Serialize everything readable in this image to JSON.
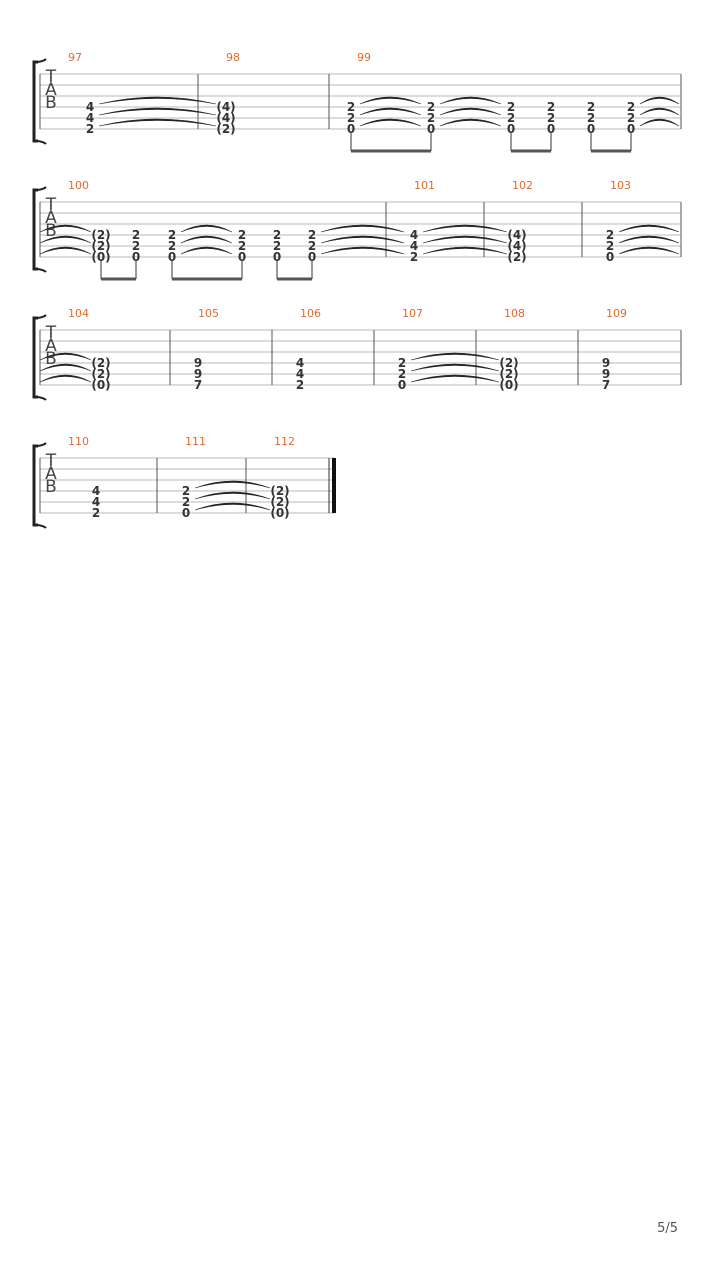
{
  "tab_clef": [
    "T",
    "A",
    "B"
  ],
  "page_number": "5/5",
  "systems": [
    {
      "measures": [
        {
          "number": "97",
          "notes": [
            {
              "frets": [
                "4",
                "4",
                "2"
              ],
              "tie": true
            }
          ]
        },
        {
          "number": "98",
          "notes": [
            {
              "frets": [
                "(4)",
                "(4)",
                "(2)"
              ]
            }
          ]
        },
        {
          "number": "99",
          "notes": [
            {
              "frets": [
                "2",
                "2",
                "0"
              ],
              "tie": true
            },
            {
              "frets": [
                "2",
                "2",
                "0"
              ],
              "tie": true
            },
            {
              "frets": [
                "2",
                "2",
                "0"
              ]
            },
            {
              "frets": [
                "2",
                "2",
                "0"
              ]
            },
            {
              "frets": [
                "2",
                "2",
                "0"
              ]
            },
            {
              "frets": [
                "2",
                "2",
                "0"
              ],
              "tie": true
            }
          ],
          "beams": [
            [
              0,
              1
            ],
            [
              2,
              3
            ],
            [
              4,
              5
            ],
            [
              6,
              7
            ]
          ]
        }
      ]
    },
    {
      "measures": [
        {
          "number": "100",
          "notes": [
            {
              "frets": [
                "(2)",
                "(2)",
                "(0)"
              ]
            },
            {
              "frets": [
                "2",
                "2",
                "0"
              ]
            },
            {
              "frets": [
                "2",
                "2",
                "0"
              ],
              "tie": true
            },
            {
              "frets": [
                "2",
                "2",
                "0"
              ]
            },
            {
              "frets": [
                "2",
                "2",
                "0"
              ]
            },
            {
              "frets": [
                "2",
                "2",
                "0"
              ],
              "tie": true
            }
          ],
          "beams": [
            [
              0,
              1
            ],
            [
              2,
              3
            ],
            [
              4,
              5
            ],
            [
              6,
              7
            ]
          ]
        },
        {
          "number": "101",
          "notes": [
            {
              "frets": [
                "4",
                "4",
                "2"
              ],
              "tie": true
            }
          ]
        },
        {
          "number": "102",
          "notes": [
            {
              "frets": [
                "(4)",
                "(4)",
                "(2)"
              ]
            }
          ]
        },
        {
          "number": "103",
          "notes": [
            {
              "frets": [
                "2",
                "2",
                "0"
              ],
              "tie": true
            }
          ]
        }
      ]
    },
    {
      "measures": [
        {
          "number": "104",
          "notes": [
            {
              "frets": [
                "(2)",
                "(2)",
                "(0)"
              ]
            }
          ]
        },
        {
          "number": "105",
          "notes": [
            {
              "frets": [
                "9",
                "9",
                "7"
              ]
            }
          ]
        },
        {
          "number": "106",
          "notes": [
            {
              "frets": [
                "4",
                "4",
                "2"
              ]
            }
          ]
        },
        {
          "number": "107",
          "notes": [
            {
              "frets": [
                "2",
                "2",
                "0"
              ],
              "tie": true
            }
          ]
        },
        {
          "number": "108",
          "notes": [
            {
              "frets": [
                "(2)",
                "(2)",
                "(0)"
              ]
            }
          ]
        },
        {
          "number": "109",
          "notes": [
            {
              "frets": [
                "9",
                "9",
                "7"
              ]
            }
          ]
        }
      ]
    },
    {
      "measures": [
        {
          "number": "110",
          "notes": [
            {
              "frets": [
                "4",
                "4",
                "2"
              ]
            }
          ]
        },
        {
          "number": "111",
          "notes": [
            {
              "frets": [
                "2",
                "2",
                "0"
              ],
              "tie": true
            }
          ]
        },
        {
          "number": "112",
          "notes": [
            {
              "frets": [
                "(2)",
                "(2)",
                "(0)"
              ]
            }
          ]
        }
      ]
    }
  ]
}
